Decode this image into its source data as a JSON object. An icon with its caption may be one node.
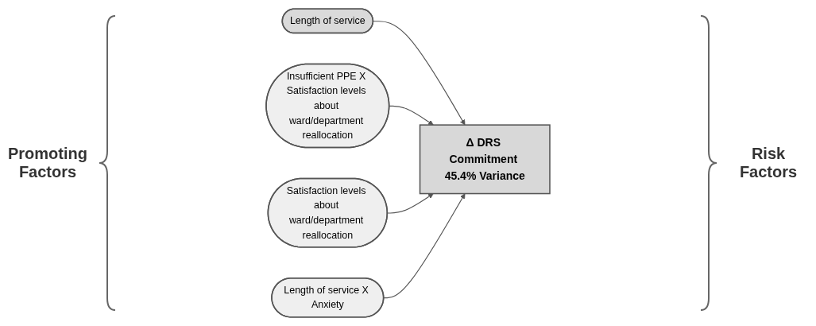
{
  "diagram": {
    "nodes": [
      {
        "text": [
          "Length of service"
        ]
      },
      {
        "text": [
          "Insufficient PPE X Satisfaction levels about ward/department reallocation"
        ]
      },
      {
        "text": [
          "Satisfaction levels about ward/department reallocation"
        ]
      },
      {
        "text": [
          "Δ DRS Commitment 45.4% Variance"
        ]
      },
      {
        "text": [
          "Length of service X Anxiety"
        ]
      }
    ],
    "edges": [
      {
        "from": 0,
        "to": 3,
        "arrow": "to"
      },
      {
        "from": 1,
        "to": 3,
        "arrow": "to"
      },
      {
        "from": 2,
        "to": 3,
        "arrow": "to"
      },
      {
        "from": 4,
        "to": 3,
        "arrow": "to"
      }
    ],
    "labels": [
      "Promoting Factors",
      "Risk Factors"
    ]
  }
}
